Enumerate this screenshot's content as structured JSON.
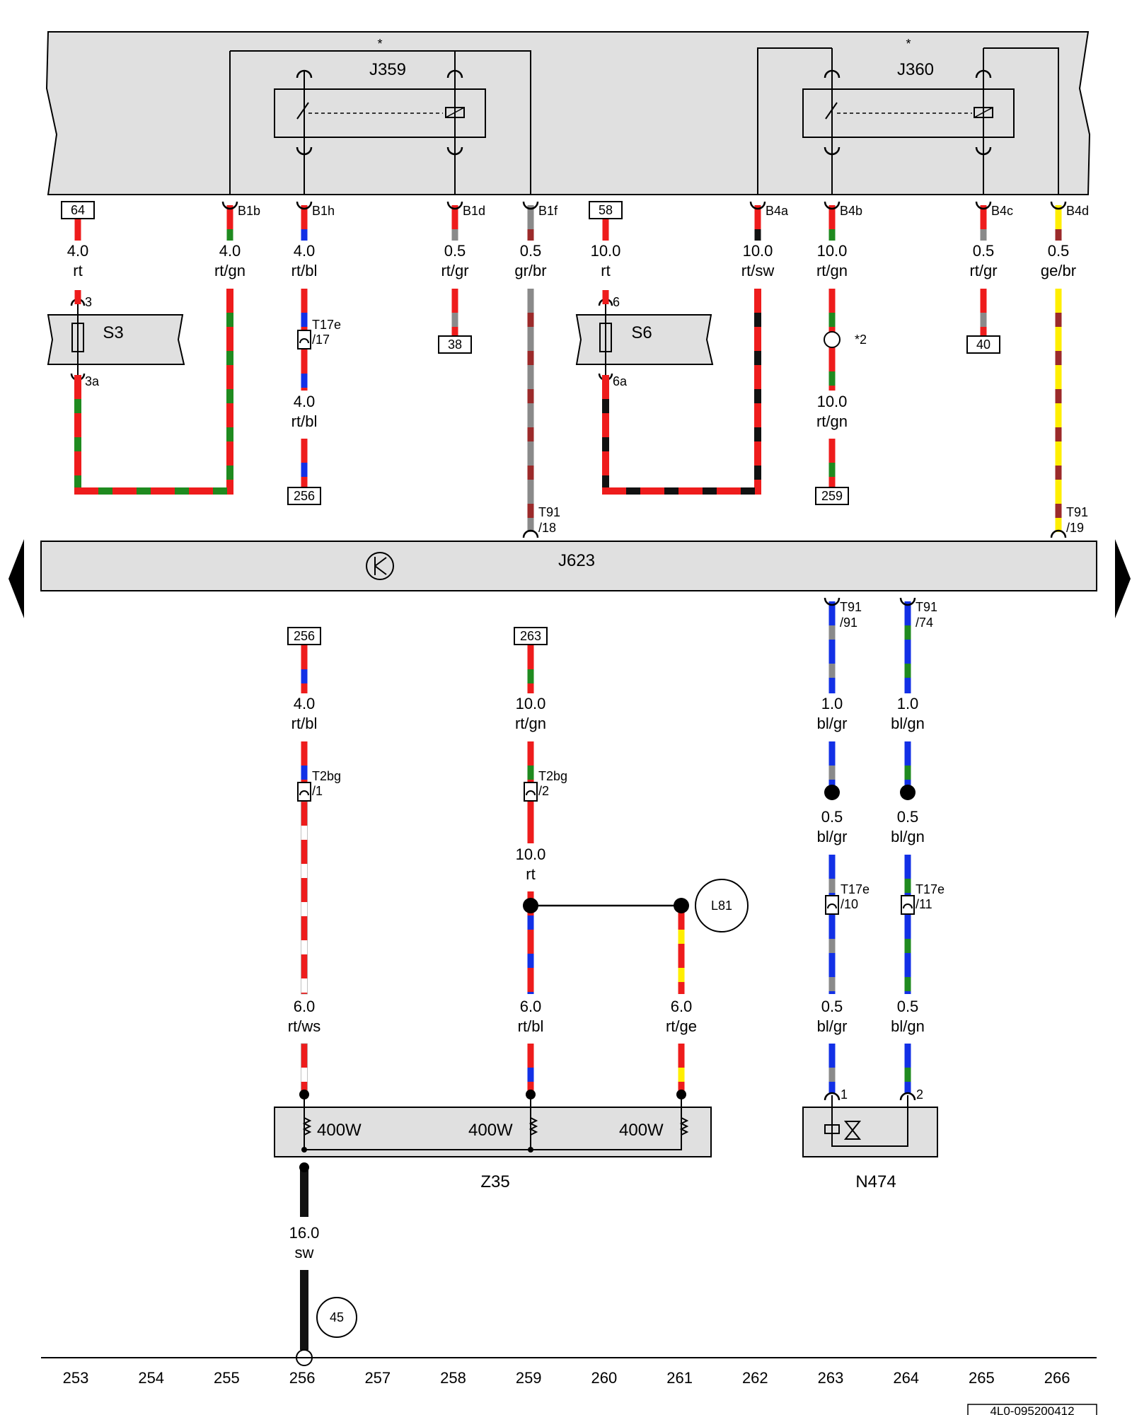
{
  "diagram": {
    "doc_id": "4L0-095200412",
    "columns": [
      "253",
      "254",
      "255",
      "256",
      "257",
      "258",
      "259",
      "260",
      "261",
      "262",
      "263",
      "264",
      "265",
      "266"
    ],
    "colors": {
      "rt": "#ee1c1c",
      "gn": "#1f8a1f",
      "bl": "#1230e6",
      "gr": "#8a8a8a",
      "br": "#9b2a2a",
      "sw": "#111111",
      "ws": "#ffffff",
      "ge": "#ffee00",
      "housing": "#e0e0e0"
    },
    "components": {
      "J359": {
        "name": "J359",
        "star": "*"
      },
      "J360": {
        "name": "J360",
        "star": "*"
      },
      "S3": {
        "name": "S3",
        "pin_in": "3",
        "pin_out": "3a"
      },
      "S6": {
        "name": "S6",
        "pin_in": "6",
        "pin_out": "6a"
      },
      "J623": {
        "name": "J623"
      },
      "Z35": {
        "name": "Z35",
        "heaters": [
          "400W",
          "400W",
          "400W"
        ]
      },
      "N474": {
        "name": "N474",
        "pins": [
          "1",
          "2"
        ]
      },
      "L81": {
        "name": "L81"
      },
      "ground45": {
        "name": "45"
      }
    },
    "ref_boxes": {
      "r64": "64",
      "r58": "58",
      "r38": "38",
      "r40": "40",
      "r256a": "256",
      "r259": "259",
      "r256b": "256",
      "r263": "263"
    },
    "pins": {
      "B1b": "B1b",
      "B1h": "B1h",
      "B1d": "B1d",
      "B1f": "B1f",
      "B4a": "B4a",
      "B4b": "B4b",
      "B4c": "B4c",
      "B4d": "B4d",
      "T17e17": [
        "T17e",
        "/17"
      ],
      "T9118": [
        "T91",
        "/18"
      ],
      "T9119": [
        "T91",
        "/19"
      ],
      "T9191": [
        "T91",
        "/91"
      ],
      "T9174": [
        "T91",
        "/74"
      ],
      "T2bg1": [
        "T2bg",
        "/1"
      ],
      "T2bg2": [
        "T2bg",
        "/2"
      ],
      "T17e10": [
        "T17e",
        "/10"
      ],
      "T17e11": [
        "T17e",
        "/11"
      ],
      "star2": "*2"
    },
    "wires": {
      "w64": [
        "4.0",
        "rt"
      ],
      "wB1b": [
        "4.0",
        "rt/gn"
      ],
      "wB1h": [
        "4.0",
        "rt/bl"
      ],
      "wB1h2": [
        "4.0",
        "rt/bl"
      ],
      "wB1d": [
        "0.5",
        "rt/gr"
      ],
      "wB1f": [
        "0.5",
        "gr/br"
      ],
      "w58": [
        "10.0",
        "rt"
      ],
      "wB4a": [
        "10.0",
        "rt/sw"
      ],
      "wB4b": [
        "10.0",
        "rt/gn"
      ],
      "wB4b2": [
        "10.0",
        "rt/gn"
      ],
      "wB4c": [
        "0.5",
        "rt/gr"
      ],
      "wB4d": [
        "0.5",
        "ge/br"
      ],
      "w256": [
        "4.0",
        "rt/bl"
      ],
      "w263": [
        "10.0",
        "rt/gn"
      ],
      "w263b": [
        "10.0",
        "rt"
      ],
      "w91": [
        "1.0",
        "bl/gr"
      ],
      "w74": [
        "1.0",
        "bl/gn"
      ],
      "w91b": [
        "0.5",
        "bl/gr"
      ],
      "w74b": [
        "0.5",
        "bl/gn"
      ],
      "w91c": [
        "0.5",
        "bl/gr"
      ],
      "w74c": [
        "0.5",
        "bl/gn"
      ],
      "wZ1": [
        "6.0",
        "rt/ws"
      ],
      "wZ2": [
        "6.0",
        "rt/bl"
      ],
      "wZ3": [
        "6.0",
        "rt/ge"
      ],
      "wGnd": [
        "16.0",
        "sw"
      ]
    }
  }
}
